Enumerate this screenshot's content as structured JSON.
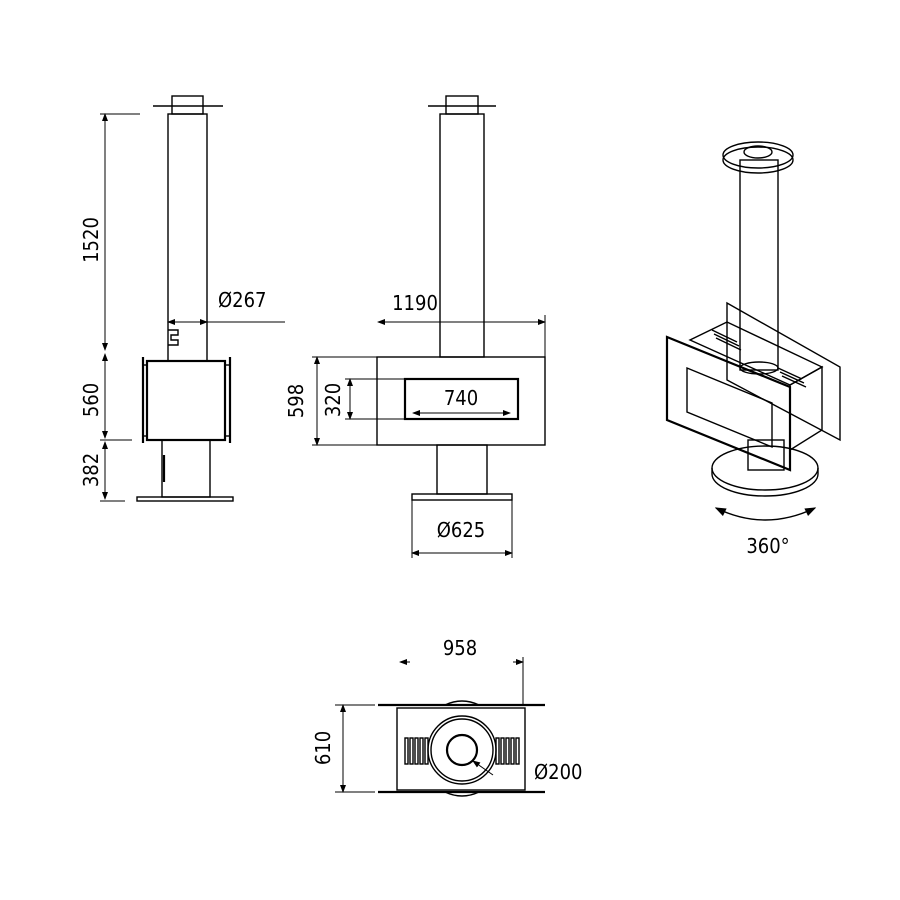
{
  "side_view": {
    "height_chimney": "1520",
    "height_body": "560",
    "height_pedestal": "382",
    "pipe_diameter": "Ø267"
  },
  "front_view": {
    "width": "1190",
    "height": "598",
    "window_height": "320",
    "window_width": "740",
    "base_diameter": "Ø625"
  },
  "perspective_view": {
    "rotation": "360°"
  },
  "top_view": {
    "width": "958",
    "depth": "610",
    "flue_diameter": "Ø200"
  },
  "colors": {
    "line": "#000000",
    "background": "#ffffff"
  }
}
